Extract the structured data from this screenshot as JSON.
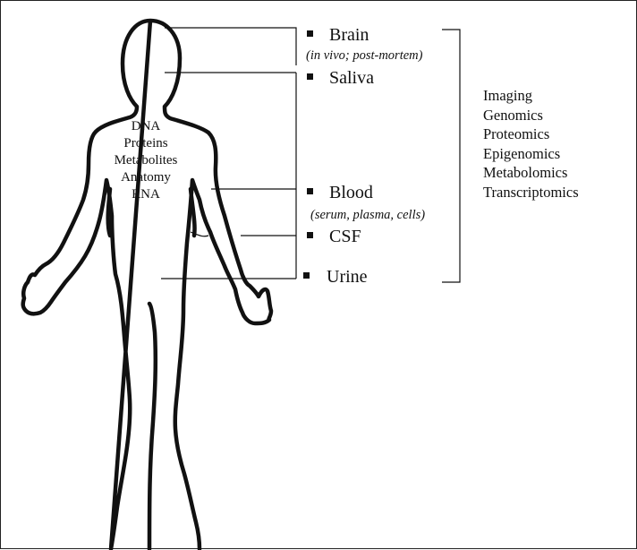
{
  "body_contents": [
    "DNA",
    "Proteins",
    "Metabolites",
    "Anatomy",
    "RNA"
  ],
  "samples": [
    {
      "label": "Brain",
      "note": "(in vivo; post-mortem)"
    },
    {
      "label": "Saliva",
      "note": ""
    },
    {
      "label": "Blood",
      "note": "(serum, plasma, cells)"
    },
    {
      "label": "CSF",
      "note": ""
    },
    {
      "label": "Urine",
      "note": ""
    }
  ],
  "methods": [
    "Imaging",
    "Genomics",
    "Proteomics",
    "Epigenomics",
    "Metabolomics",
    "Transcriptomics"
  ],
  "colors": {
    "outline": "#111111",
    "background": "#ffffff"
  }
}
